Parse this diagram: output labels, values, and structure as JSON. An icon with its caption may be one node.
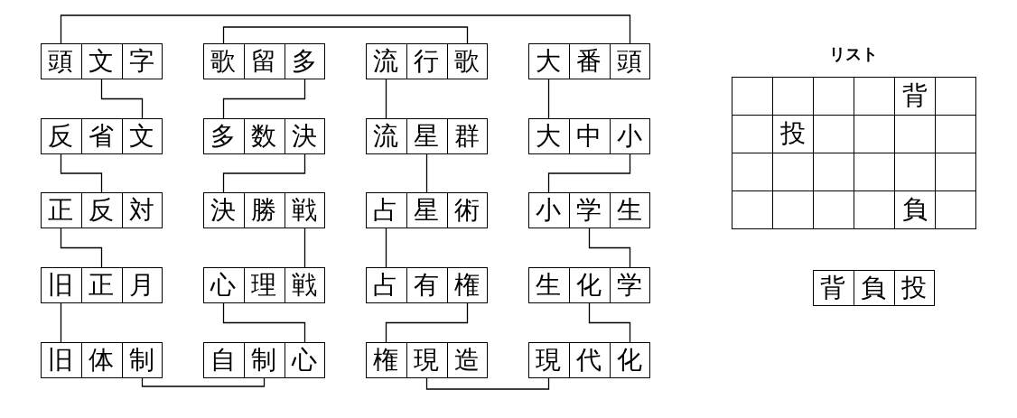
{
  "diagram": {
    "nodes": [
      {
        "text": [
          "頭文字"
        ]
      },
      {
        "text": [
          "歌留多"
        ]
      },
      {
        "text": [
          "流行歌"
        ]
      },
      {
        "text": [
          "大番頭"
        ]
      },
      {
        "text": [
          "反省文"
        ]
      },
      {
        "text": [
          "多数決"
        ]
      },
      {
        "text": [
          "流星群"
        ]
      },
      {
        "text": [
          "大中小"
        ]
      },
      {
        "text": [
          "正反対"
        ]
      },
      {
        "text": [
          "決勝戦"
        ]
      },
      {
        "text": [
          "占星術"
        ]
      },
      {
        "text": [
          "小学生"
        ]
      },
      {
        "text": [
          "旧正月"
        ]
      },
      {
        "text": [
          "心理戦"
        ]
      },
      {
        "text": [
          "占有権"
        ]
      },
      {
        "text": [
          "生化学"
        ]
      },
      {
        "text": [
          "旧体制"
        ]
      },
      {
        "text": [
          "自制心"
        ]
      },
      {
        "text": [
          "権現造"
        ]
      },
      {
        "text": [
          "現代化"
        ]
      },
      {
        "text": [
          "背負投"
        ]
      }
    ],
    "edges": [
      {
        "from": 0,
        "to": 3,
        "arrow": "none"
      },
      {
        "from": 1,
        "to": 2,
        "arrow": "none"
      },
      {
        "from": 0,
        "to": 4,
        "arrow": "none"
      },
      {
        "from": 4,
        "to": 8,
        "arrow": "none"
      },
      {
        "from": 8,
        "to": 12,
        "arrow": "none"
      },
      {
        "from": 12,
        "to": 16,
        "arrow": "none"
      },
      {
        "from": 16,
        "to": 17,
        "arrow": "none"
      },
      {
        "from": 1,
        "to": 5,
        "arrow": "none"
      },
      {
        "from": 5,
        "to": 9,
        "arrow": "none"
      },
      {
        "from": 9,
        "to": 13,
        "arrow": "none"
      },
      {
        "from": 13,
        "to": 17,
        "arrow": "none"
      },
      {
        "from": 2,
        "to": 6,
        "arrow": "none"
      },
      {
        "from": 6,
        "to": 10,
        "arrow": "none"
      },
      {
        "from": 10,
        "to": 14,
        "arrow": "none"
      },
      {
        "from": 14,
        "to": 18,
        "arrow": "none"
      },
      {
        "from": 18,
        "to": 19,
        "arrow": "none"
      },
      {
        "from": 3,
        "to": 7,
        "arrow": "none"
      },
      {
        "from": 7,
        "to": 11,
        "arrow": "none"
      },
      {
        "from": 11,
        "to": 15,
        "arrow": "none"
      },
      {
        "from": 15,
        "to": 19,
        "arrow": "none"
      }
    ],
    "labels": [
      "リスト",
      "背",
      "投",
      "負"
    ]
  }
}
